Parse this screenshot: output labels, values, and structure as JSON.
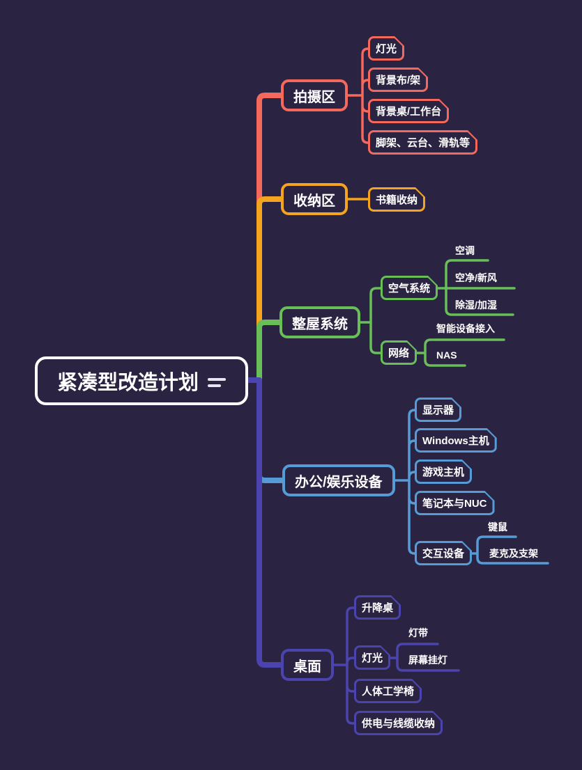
{
  "palette": {
    "background": "#2a2341",
    "root_border": "#ffffff",
    "text": "#ffffff",
    "photo_area": "#f4695c",
    "storage_area": "#f5a41f",
    "whole_house_system": "#68bf58",
    "office_entertainment": "#569bd5",
    "desk": "#4c44ae"
  },
  "root": {
    "label": "紧凑型改造计划",
    "icon": "notes-icon"
  },
  "branches": [
    {
      "label": "拍摄区",
      "color": "#f4695c",
      "children": [
        {
          "label": "灯光"
        },
        {
          "label": "背景布/架"
        },
        {
          "label": "背景桌/工作台"
        },
        {
          "label": "脚架、云台、滑轨等"
        }
      ]
    },
    {
      "label": "收纳区",
      "color": "#f5a41f",
      "children": [
        {
          "label": "书籍收纳"
        }
      ]
    },
    {
      "label": "整屋系统",
      "color": "#68bf58",
      "children": [
        {
          "label": "空气系统",
          "children": [
            {
              "label": "空调"
            },
            {
              "label": "空净/新风"
            },
            {
              "label": "除湿/加湿"
            }
          ]
        },
        {
          "label": "网络",
          "children": [
            {
              "label": "智能设备接入"
            },
            {
              "label": "NAS"
            }
          ]
        }
      ]
    },
    {
      "label": "办公/娱乐设备",
      "color": "#569bd5",
      "children": [
        {
          "label": "显示器"
        },
        {
          "label": "Windows主机"
        },
        {
          "label": "游戏主机"
        },
        {
          "label": "笔记本与NUC"
        },
        {
          "label": "交互设备",
          "children": [
            {
              "label": "键鼠"
            },
            {
              "label": "麦克及支架"
            }
          ]
        }
      ]
    },
    {
      "label": "桌面",
      "color": "#4c44ae",
      "children": [
        {
          "label": "升降桌"
        },
        {
          "label": "灯光",
          "children": [
            {
              "label": "灯带"
            },
            {
              "label": "屏幕挂灯"
            }
          ]
        },
        {
          "label": "人体工学椅"
        },
        {
          "label": "供电与线缆收纳"
        }
      ]
    }
  ]
}
